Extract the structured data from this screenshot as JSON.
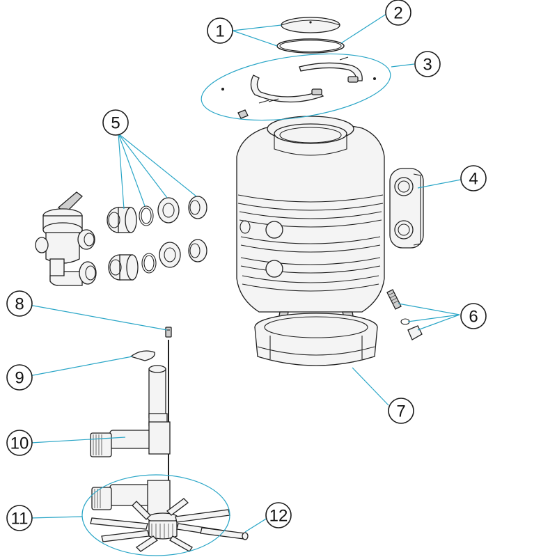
{
  "diagram": {
    "callouts": [
      {
        "id": "c1",
        "label": "1"
      },
      {
        "id": "c2",
        "label": "2"
      },
      {
        "id": "c3",
        "label": "3"
      },
      {
        "id": "c4",
        "label": "4"
      },
      {
        "id": "c5",
        "label": "5"
      },
      {
        "id": "c6",
        "label": "6"
      },
      {
        "id": "c7",
        "label": "7"
      },
      {
        "id": "c8",
        "label": "8"
      },
      {
        "id": "c9",
        "label": "9"
      },
      {
        "id": "c10",
        "label": "10"
      },
      {
        "id": "c11",
        "label": "11"
      },
      {
        "id": "c12",
        "label": "12"
      }
    ],
    "colors": {
      "leader": "#2aa6c7",
      "outline": "#1f1f1f",
      "fill": "#f4f4f4"
    }
  }
}
